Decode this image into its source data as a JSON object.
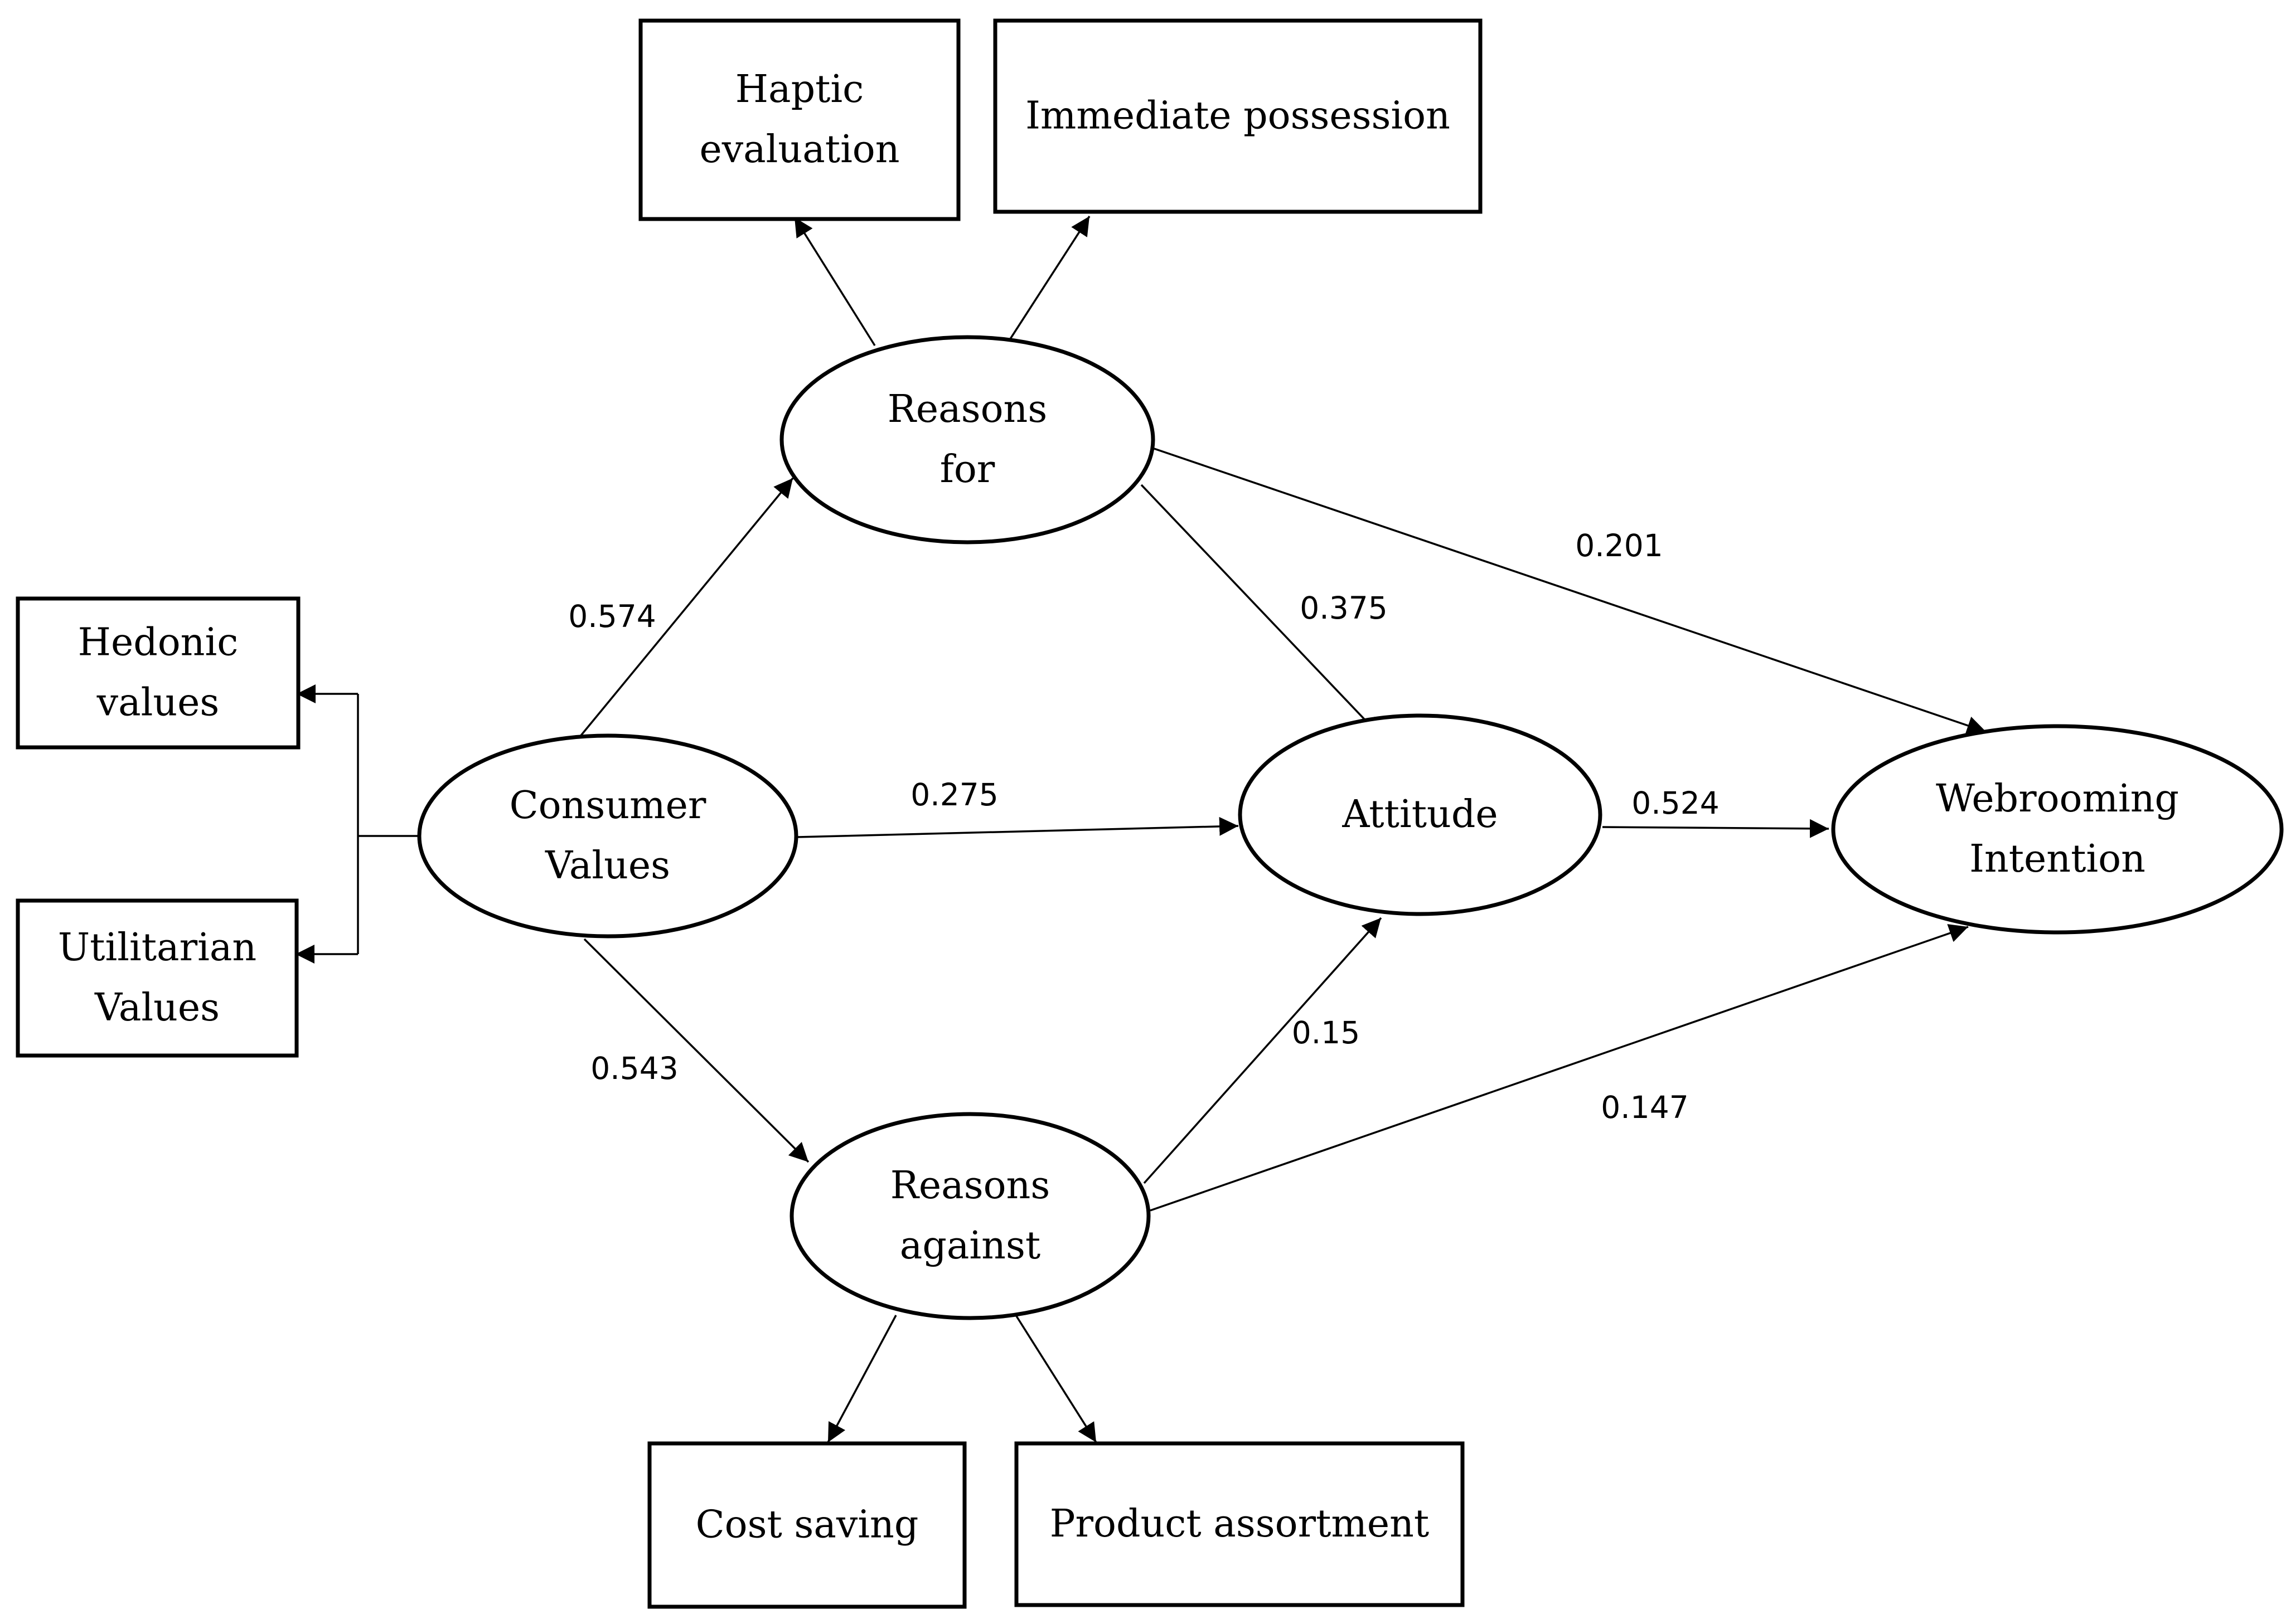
{
  "nodes": {
    "haptic_evaluation": {
      "lines": [
        "Haptic",
        "evaluation"
      ]
    },
    "immediate_possession": {
      "lines": [
        "Immediate possession"
      ]
    },
    "hedonic_values": {
      "lines": [
        "Hedonic",
        "values"
      ]
    },
    "utilitarian_values": {
      "lines": [
        "Utilitarian",
        "Values"
      ]
    },
    "cost_saving": {
      "lines": [
        "Cost saving"
      ]
    },
    "product_assortment": {
      "lines": [
        "Product assortment"
      ]
    },
    "reasons_for": {
      "lines": [
        "Reasons",
        "for"
      ]
    },
    "consumer_values": {
      "lines": [
        "Consumer",
        "Values"
      ]
    },
    "attitude": {
      "lines": [
        "Attitude"
      ]
    },
    "webrooming_intention": {
      "lines": [
        "Webrooming",
        "Intention"
      ]
    },
    "reasons_against": {
      "lines": [
        "Reasons",
        "against"
      ]
    }
  },
  "paths": [
    {
      "from": "Consumer Values",
      "to": "Reasons for",
      "coefficient": "0.574"
    },
    {
      "from": "Consumer Values",
      "to": "Attitude",
      "coefficient": "0.275"
    },
    {
      "from": "Consumer Values",
      "to": "Reasons against",
      "coefficient": "0.543"
    },
    {
      "from": "Reasons for",
      "to": "Attitude",
      "coefficient": "0.375"
    },
    {
      "from": "Reasons for",
      "to": "Webrooming Intention",
      "coefficient": "0.201"
    },
    {
      "from": "Attitude",
      "to": "Webrooming Intention",
      "coefficient": "0.524"
    },
    {
      "from": "Reasons against",
      "to": "Attitude",
      "coefficient": "0.15"
    },
    {
      "from": "Reasons against",
      "to": "Webrooming Intention",
      "coefficient": "0.147"
    }
  ]
}
